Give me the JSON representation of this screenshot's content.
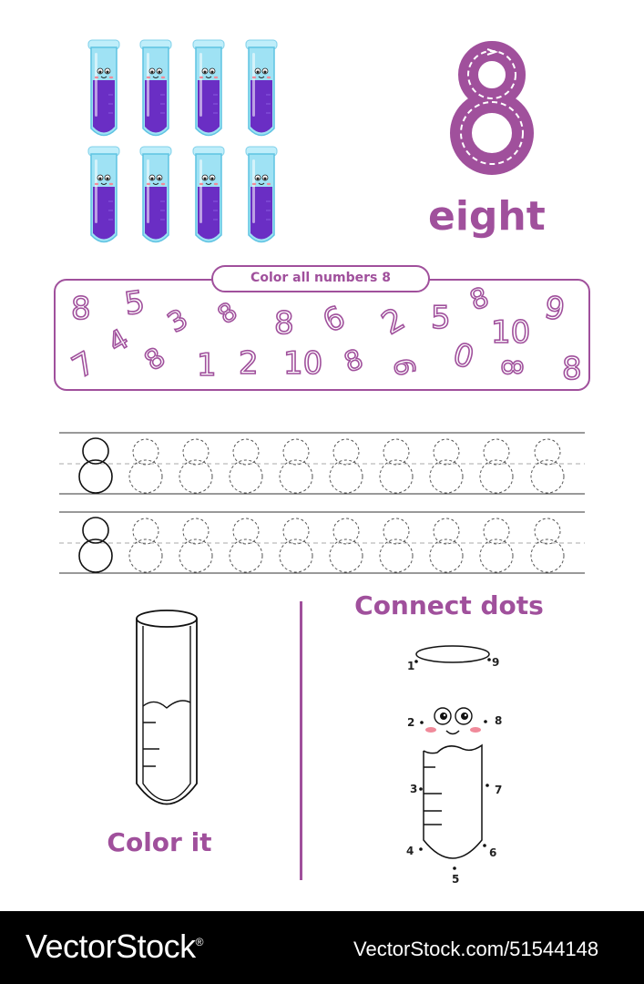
{
  "number": {
    "digit": "8",
    "word": "eight"
  },
  "task_color_numbers": {
    "label": "Color all numbers 8",
    "numbers": [
      "8",
      "5",
      "3",
      "8",
      "8",
      "6",
      "2",
      "5",
      "8",
      "9",
      "10",
      "7",
      "4",
      "8",
      "1",
      "2",
      "10",
      "8",
      "6",
      "0",
      "8",
      "8"
    ]
  },
  "tracing": {
    "solid_digit": "8",
    "dashed_count": 9,
    "rows": 2
  },
  "task_color_it": {
    "label": "Color it",
    "icon": "test-tube-outline"
  },
  "task_connect_dots": {
    "label": "Connect dots",
    "dot_labels": [
      "1",
      "9",
      "2",
      "8",
      "3",
      "7",
      "4",
      "6",
      "5"
    ]
  },
  "illustration": {
    "icon": "smiling-test-tube-icon",
    "count": 8,
    "liquid_color": "#6a2ec4",
    "glass_color": "#9fe2f4"
  },
  "colors": {
    "accent": "#a0509c"
  },
  "footer": {
    "brand": "VectorStock",
    "registered_mark": "®",
    "image_id": "VectorStock.com/51544148"
  }
}
